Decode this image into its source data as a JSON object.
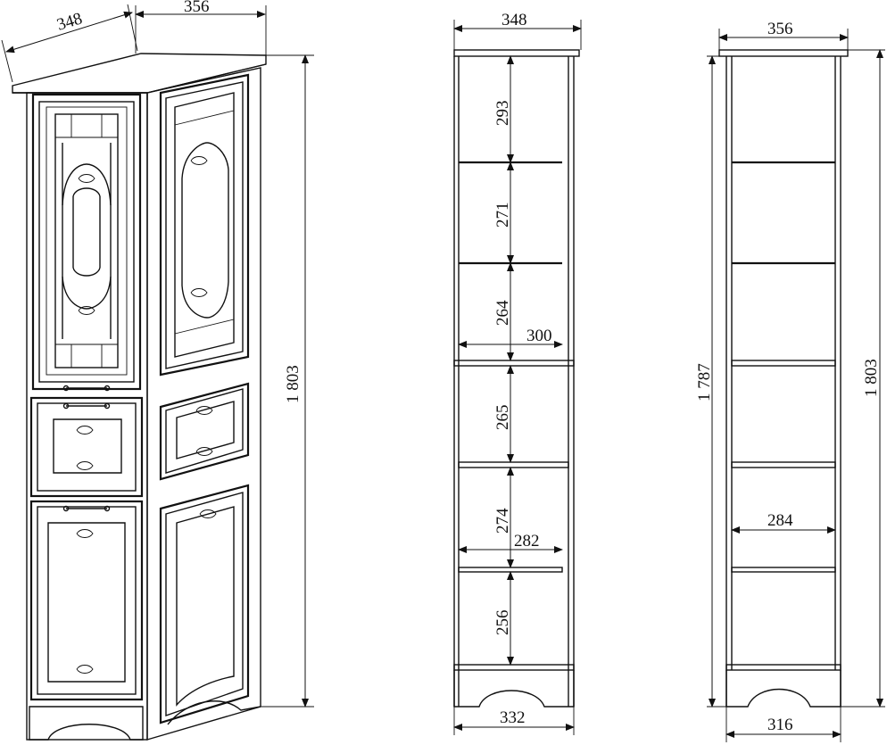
{
  "iso_view": {
    "depth_label": "348",
    "width_label": "356",
    "height_label": "1 803"
  },
  "front_view": {
    "width_top_label": "348",
    "width_bottom_label": "332",
    "shelf_heights": [
      "293",
      "271",
      "264",
      "265",
      "274",
      "256"
    ],
    "shelf_width_upper_label": "300",
    "shelf_width_lower_label": "282"
  },
  "side_view": {
    "width_top_label": "356",
    "width_bottom_label": "316",
    "inner_height_label": "1 787",
    "outer_height_label": "1 803",
    "shelf_width_label": "284"
  }
}
